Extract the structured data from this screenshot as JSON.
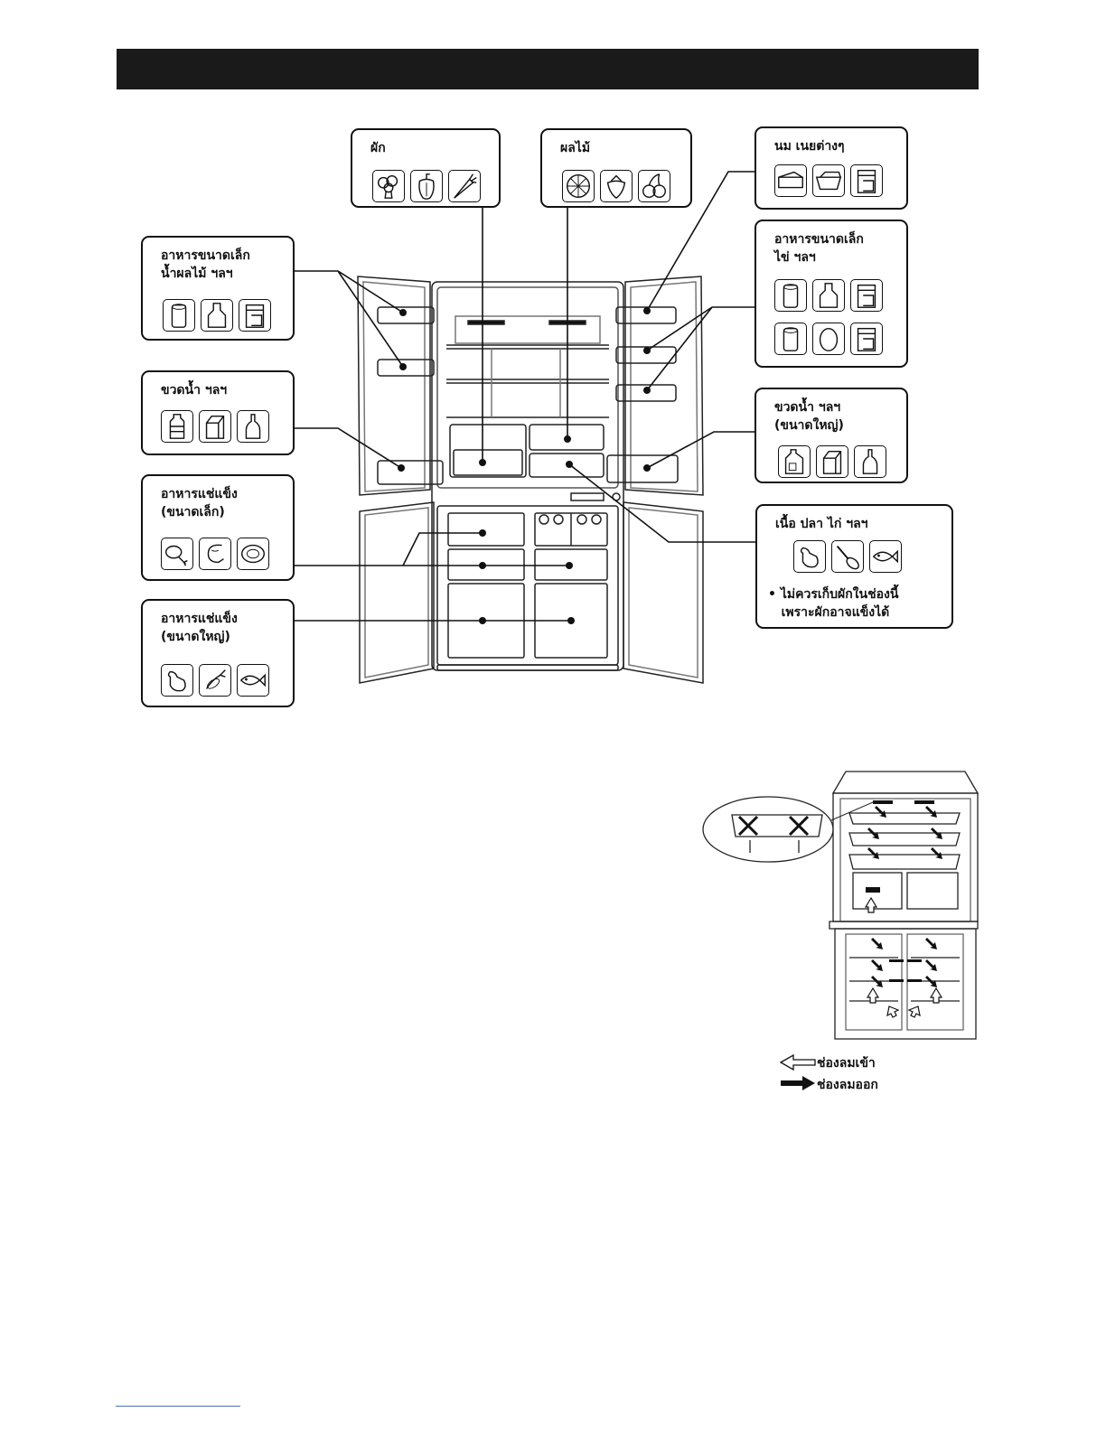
{
  "header": {
    "title": ""
  },
  "labels": {
    "vegetables": "ผัก",
    "fruits": "ผลไม้",
    "dairy": "นม เนยต่างๆ",
    "small_food_juice": "อาหารขนาดเล็ก\nน้ำผลไม้ ฯลฯ",
    "small_food_egg": "อาหารขนาดเล็ก\nไข่ ฯลฯ",
    "bottles": "ขวดน้ำ ฯลฯ",
    "bottles_large": "ขวดน้ำ ฯลฯ\n(ขนาดใหญ่)",
    "frozen_small": "อาหารแช่แข็ง\n(ขนาดเล็ก)",
    "frozen_large": "อาหารแช่แข็ง\n(ขนาดใหญ่)",
    "meat": "เนื้อ ปลา ไก่ ฯลฯ",
    "meat_note": "• ไม่ควรเก็บผักในช่องนี้\n   เพราะผักอาจแข็งได้"
  },
  "legend": {
    "air_in": "ช่องลมเข้า",
    "air_out": "ช่องลมออก"
  },
  "icons": {
    "vegetables": [
      "broccoli-icon",
      "pepper-icon",
      "carrot-icon"
    ],
    "fruits": [
      "orange-icon",
      "strawberry-icon",
      "cherry-icon"
    ],
    "dairy": [
      "cheese-icon",
      "butter-icon",
      "carton-icon"
    ],
    "small_food_juice": [
      "can-icon",
      "bottle-icon",
      "carton-icon"
    ],
    "small_food_egg_row1": [
      "can-icon",
      "bottle-icon",
      "carton-icon"
    ],
    "small_food_egg_row2": [
      "can-icon",
      "egg-icon",
      "carton-icon"
    ],
    "bottles": [
      "water-bottle-icon",
      "milk-carton-icon",
      "wine-bottle-icon"
    ],
    "bottles_large": [
      "jug-icon",
      "milk-carton-icon",
      "wine-bottle-icon"
    ],
    "frozen_small": [
      "chicken-leg-icon",
      "shrimp-icon",
      "steak-icon"
    ],
    "frozen_large": [
      "chicken-icon",
      "lobster-icon",
      "fish-icon"
    ],
    "meat": [
      "chicken-icon",
      "drumstick-icon",
      "fish-icon"
    ]
  }
}
